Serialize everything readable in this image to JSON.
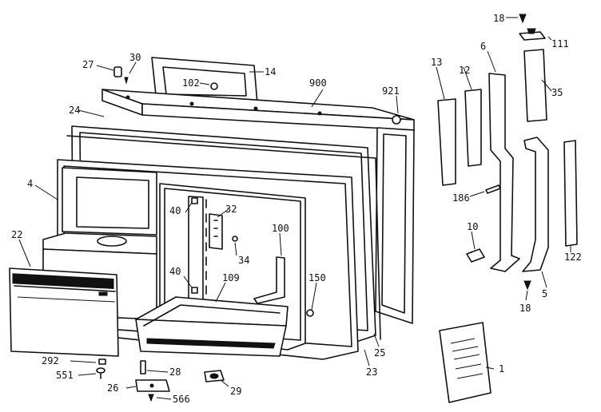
{
  "labels": {
    "p18a": "18",
    "p111": "111",
    "p6": "6",
    "p13": "13",
    "p12": "12",
    "p35": "35",
    "p27": "27",
    "p30": "30",
    "p14": "14",
    "p102": "102",
    "p900": "900",
    "p921": "921",
    "p24": "24",
    "p4": "4",
    "p186": "186",
    "p40a": "40",
    "p32": "32",
    "p34": "34",
    "p100": "100",
    "p10": "10",
    "p22": "22",
    "p40b": "40",
    "p109": "109",
    "p150": "150",
    "p122": "122",
    "p18b": "18",
    "p5": "5",
    "p25": "25",
    "p23": "23",
    "p292": "292",
    "p551": "551",
    "p28": "28",
    "p26": "26",
    "p566": "566",
    "p29": "29",
    "p1": "1"
  }
}
